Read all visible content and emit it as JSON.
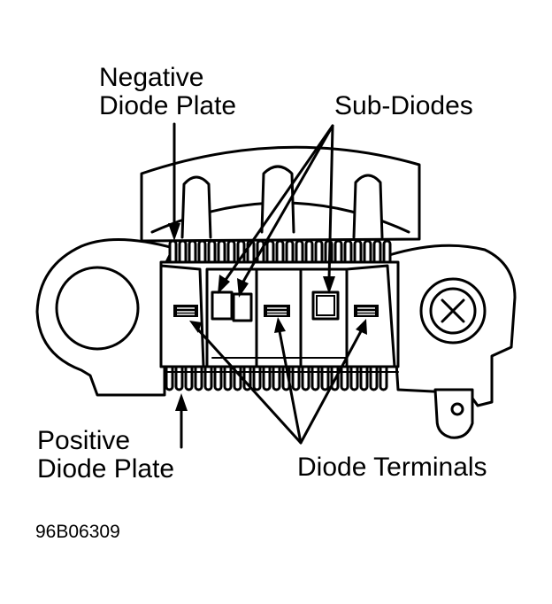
{
  "labels": {
    "negative_plate": {
      "line1": "Negative",
      "line2": "Diode Plate"
    },
    "sub_diodes": "Sub-Diodes",
    "positive_plate": {
      "line1": "Positive",
      "line2": "Diode Plate"
    },
    "diode_terminals": "Diode Terminals",
    "figure_id": "96B06309"
  }
}
